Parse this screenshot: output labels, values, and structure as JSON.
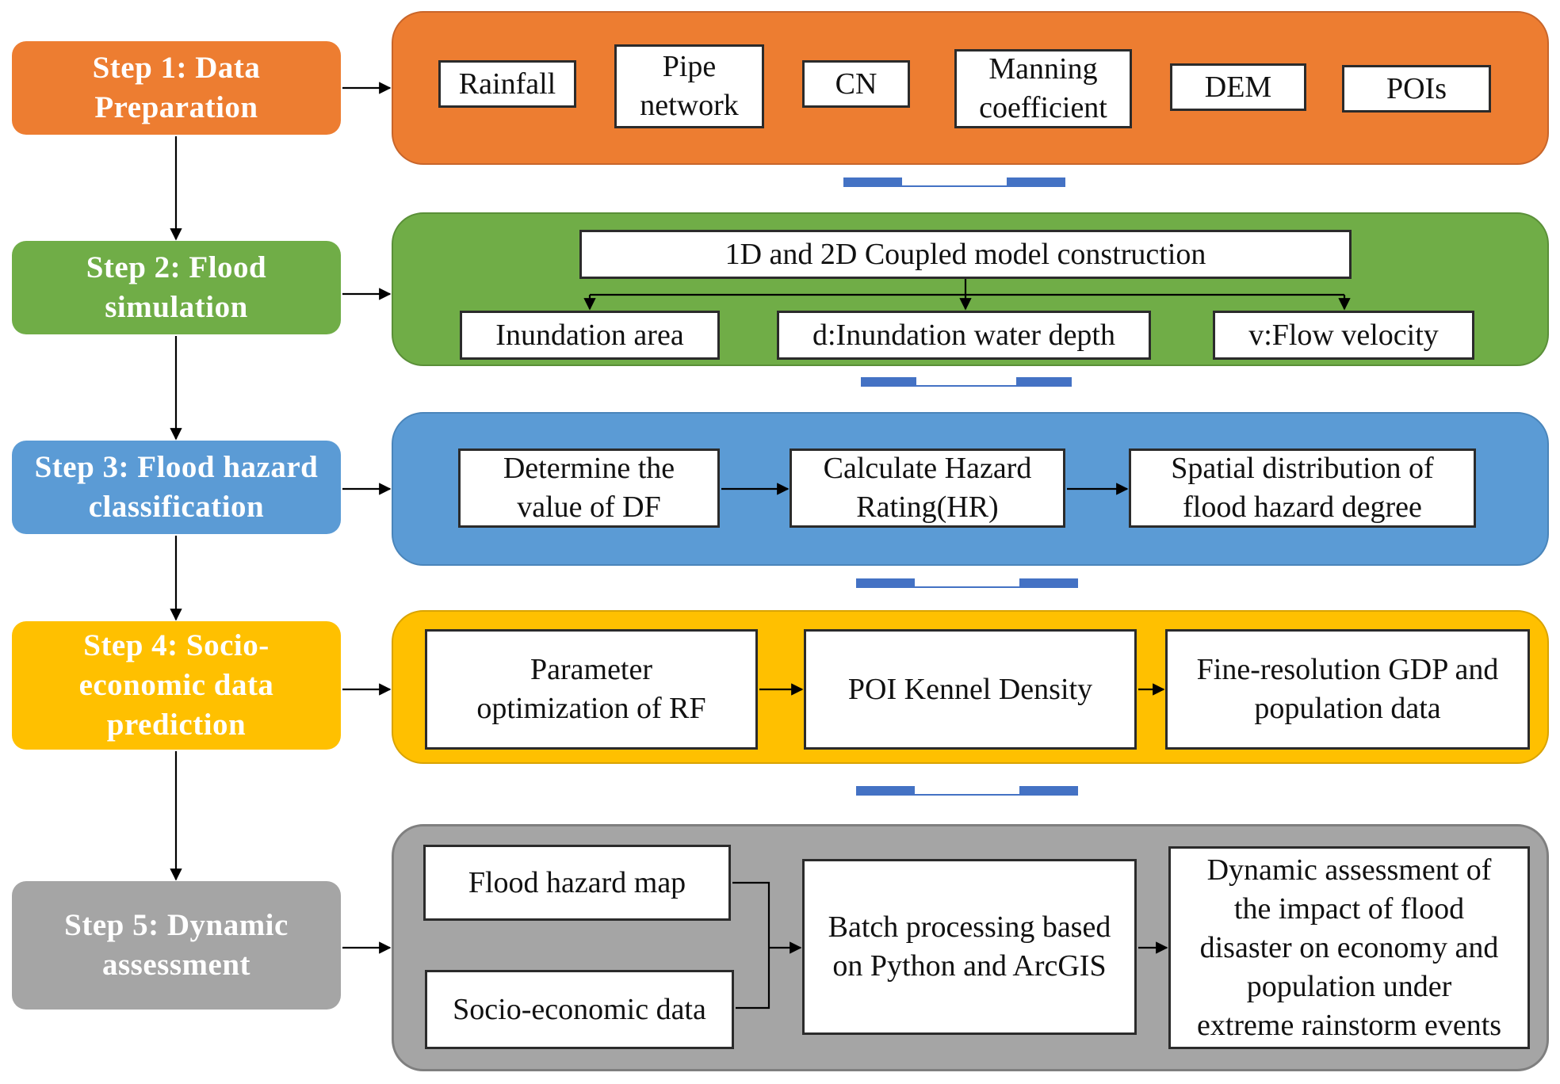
{
  "colors": {
    "step1": "#ED7D31",
    "step2": "#70AD47",
    "step3": "#5B9BD5",
    "step4": "#FFC000",
    "step5": "#A5A5A5",
    "flow_arrow": "#4472C4"
  },
  "steps": [
    {
      "label": "Step 1: Data\nPreparation"
    },
    {
      "label": "Step 2: Flood\nsimulation"
    },
    {
      "label": "Step 3: Flood hazard\nclassification"
    },
    {
      "label": "Step 4: Socio-\neconomic data\nprediction"
    },
    {
      "label": "Step 5: Dynamic\nassessment"
    }
  ],
  "step1_items": [
    "Rainfall",
    "Pipe\nnetwork",
    "CN",
    "Manning\ncoefficient",
    "DEM",
    "POIs"
  ],
  "step2": {
    "model": "1D and 2D Coupled model construction",
    "outputs": [
      "Inundation area",
      "d:Inundation water depth",
      "v:Flow velocity"
    ]
  },
  "step3_items": [
    "Determine the\nvalue of DF",
    "Calculate Hazard\nRating(HR)",
    "Spatial distribution of\nflood hazard degree"
  ],
  "step4_items": [
    "Parameter\noptimization of RF",
    "POI Kennel Density",
    "Fine-resolution GDP and\npopulation data"
  ],
  "step5": {
    "inputs": [
      "Flood hazard map",
      "Socio-economic  data"
    ],
    "process": "Batch processing based\non Python and ArcGIS",
    "result": "Dynamic assessment of\nthe impact of flood\ndisaster on economy and\npopulation under\nextreme rainstorm events"
  }
}
